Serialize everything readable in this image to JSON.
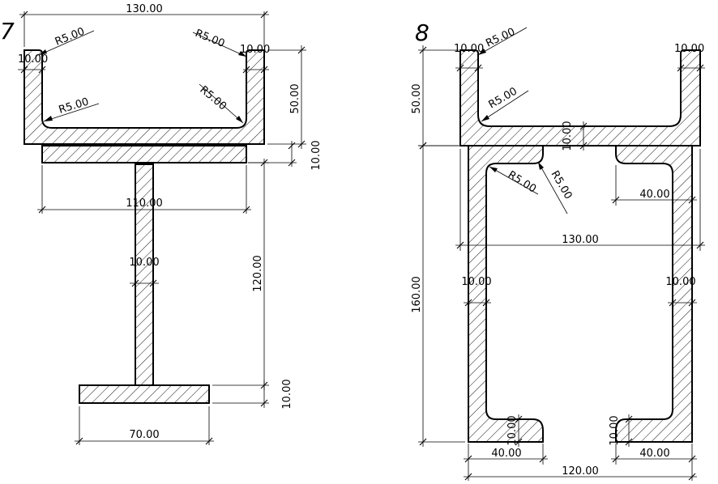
{
  "figure7": {
    "number": "7",
    "dims": {
      "top_width": "130.00",
      "left_t": "10.00",
      "right_t": "10.00",
      "r_top_left": "R5.00",
      "r_top_right": "R5.00",
      "r_in_left": "R5.00",
      "r_in_right": "R5.00",
      "height_50": "50.00",
      "plate_10": "10.00",
      "plate_110": "110.00",
      "web_120": "120.00",
      "web_t": "10.00",
      "flange_t": "10.00",
      "flange_70": "70.00"
    }
  },
  "figure8": {
    "number": "8",
    "dims": {
      "left_t": "10.00",
      "right_t": "10.00",
      "r_a": "R5.00",
      "r_b": "R5.00",
      "height_50": "50.00",
      "flange_10": "10.00",
      "r_c": "R5.00",
      "r_d": "R5.00",
      "slot_40": "40.00",
      "width_130": "130.00",
      "height_160": "160.00",
      "wall_left": "10.00",
      "wall_right": "10.00",
      "lip_left": "10.00",
      "lip_right": "10.00",
      "bottom_40_left": "40.00",
      "bottom_40_right": "40.00",
      "bottom_120": "120.00"
    }
  }
}
